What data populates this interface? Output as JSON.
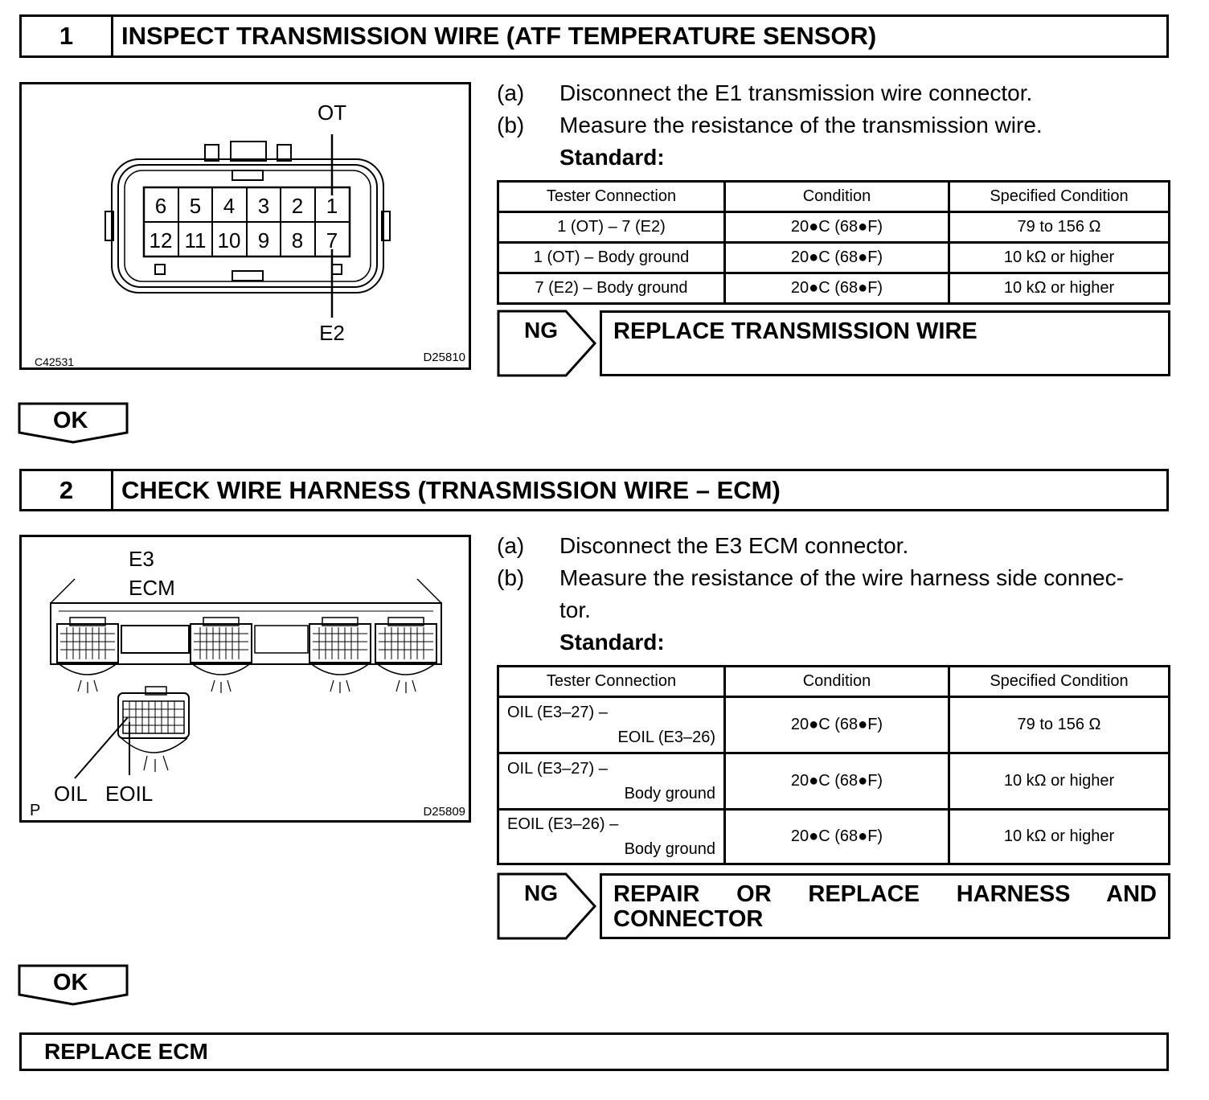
{
  "step1": {
    "number": "1",
    "title": "INSPECT TRANSMISSION WIRE (ATF TEMPERATURE SENSOR)",
    "figure": {
      "label_top": "OT",
      "label_bottom": "E2",
      "pins_row1": [
        "6",
        "5",
        "4",
        "3",
        "2",
        "1"
      ],
      "pins_row2": [
        "12",
        "11",
        "10",
        "9",
        "8",
        "7"
      ],
      "code_left": "C42531",
      "code_right": "D25810"
    },
    "instructions": [
      {
        "label": "(a)",
        "text": "Disconnect the E1 transmission wire connector."
      },
      {
        "label": "(b)",
        "text": "Measure the resistance of the transmission wire."
      }
    ],
    "standard_label": "Standard:",
    "table": {
      "headers": [
        "Tester Connection",
        "Condition",
        "Specified Condition"
      ],
      "rows": [
        [
          "1 (OT) – 7 (E2)",
          "20●C (68●F)",
          "79 to 156 Ω"
        ],
        [
          "1 (OT) – Body ground",
          "20●C (68●F)",
          "10 kΩ or higher"
        ],
        [
          "7 (E2) – Body ground",
          "20●C (68●F)",
          "10 kΩ or higher"
        ]
      ]
    },
    "ng_label": "NG",
    "ng_action": "REPLACE TRANSMISSION WIRE",
    "ok_label": "OK"
  },
  "step2": {
    "number": "2",
    "title": "CHECK WIRE HARNESS (TRNASMISSION WIRE – ECM)",
    "figure": {
      "label_e3": "E3",
      "label_ecm": "ECM",
      "label_oil": "OIL",
      "label_eoil": "EOIL",
      "code_left": "P",
      "code_right": "D25809"
    },
    "instructions": [
      {
        "label": "(a)",
        "text": "Disconnect the E3 ECM connector."
      },
      {
        "label": "(b)",
        "text": "Measure the resistance of the wire harness side connec-",
        "text2": "tor."
      }
    ],
    "standard_label": "Standard:",
    "table": {
      "headers": [
        "Tester Connection",
        "Condition",
        "Specified Condition"
      ],
      "rows": [
        {
          "conn1": "OIL (E3–27) –",
          "conn2": "EOIL (E3–26)",
          "cond": "20●C (68●F)",
          "spec": "79 to 156 Ω"
        },
        {
          "conn1": "OIL (E3–27) –",
          "conn2": "Body ground",
          "cond": "20●C (68●F)",
          "spec": "10 kΩ or higher"
        },
        {
          "conn1": "EOIL (E3–26) –",
          "conn2": "Body ground",
          "cond": "20●C (68●F)",
          "spec": "10 kΩ or higher"
        }
      ]
    },
    "ng_label": "NG",
    "ng_action": "REPAIR OR REPLACE HARNESS AND CONNECTOR",
    "ok_label": "OK"
  },
  "final_action": "REPLACE ECM"
}
